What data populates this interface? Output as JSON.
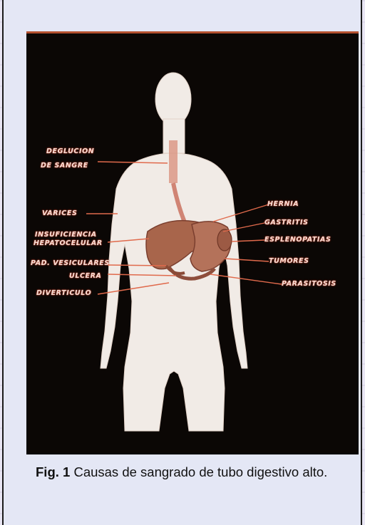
{
  "figure": {
    "number_label": "Fig. 1",
    "caption": "Causas de sangrado de tubo digestivo alto."
  },
  "labels": {
    "deglucion": "DEGLUCION",
    "de_sangre": "DE SANGRE",
    "varices": "VARICES",
    "insuficiencia": "INSUFICIENCIA",
    "hepatocelular": "HEPATOCELULAR",
    "pad_vesiculares": "PAD. VESICULARES",
    "ulcera": "ULCERA",
    "diverticulo": "DIVERTICULO",
    "hernia": "HERNIA",
    "gastritis": "GASTRITIS",
    "esplenopatias": "ESPLENOPATIAS",
    "tumores": "TUMORES",
    "parasitosis": "PARASITOSIS"
  },
  "colors": {
    "background": "#0b0705",
    "body": "#f1ebe6",
    "organs": "#b06a4f",
    "label_text": "#f3dcd4",
    "accent_border": "#b4502e"
  }
}
